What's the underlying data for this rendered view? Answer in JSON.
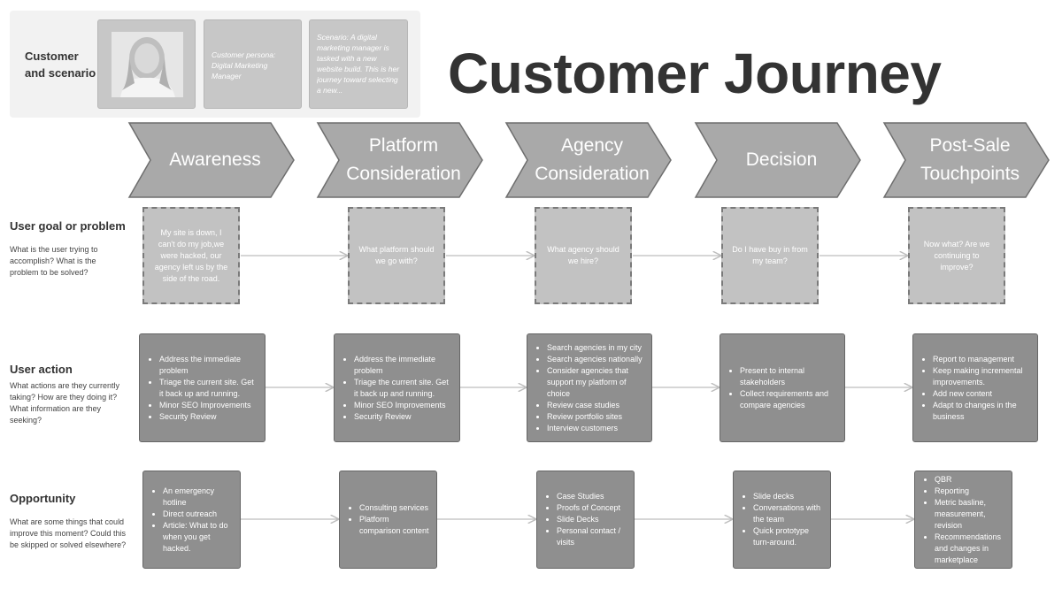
{
  "title": "Customer Journey",
  "persona_panel": {
    "label": "Customer\nand scenario",
    "persona_text": "Customer persona: Digital Marketing Manager",
    "scenario_text": "Scenario: A digital marketing manager is tasked with a new website build. This is her journey toward selecting a new..."
  },
  "stages": [
    {
      "label": "Awareness"
    },
    {
      "label": "Platform\nConsideration"
    },
    {
      "label": "Agency\nConsideration"
    },
    {
      "label": "Decision"
    },
    {
      "label": "Post-Sale\nTouchpoints"
    }
  ],
  "rows": {
    "goal": {
      "title": "User goal or problem",
      "description": "What is the user trying to accomplish? What is the problem to be solved?",
      "cells": [
        "My site is down, I can't do my job,we were hacked, our agency left us by the side of the road.",
        "What platform should we go with?",
        "What agency should we hire?",
        "Do I have buy in from my team?",
        "Now what? Are we continuing to improve?"
      ]
    },
    "action": {
      "title": "User action",
      "description": "What actions are they currently taking? How are they doing it? What information are they seeking?",
      "cells": [
        [
          "Address the immediate problem",
          "Triage the current site. Get it back up and running.",
          "Minor SEO Improvements",
          "Security Review"
        ],
        [
          "Address the immediate problem",
          "Triage the current site. Get it back up and running.",
          "Minor SEO Improvements",
          "Security Review"
        ],
        [
          "Search agencies in my city",
          "Search agencies nationally",
          "Consider agencies that support my platform of choice",
          "Review case studies",
          "Review portfolio sites",
          "Interview customers"
        ],
        [
          "Present to internal stakeholders",
          "Collect requirements and compare agencies"
        ],
        [
          "Report to management",
          "Keep making incremental improvements.",
          "Add new content",
          "Adapt to changes in the business"
        ]
      ]
    },
    "opportunity": {
      "title": "Opportunity",
      "description": "What are some things that could improve this moment? Could this be skipped or solved elsewhere?",
      "cells": [
        [
          "An emergency hotline",
          "Direct outreach",
          "Article: What to do when you get hacked."
        ],
        [
          "Consulting services",
          "Platform comparison content"
        ],
        [
          "Case Studies",
          "Proofs of Concept",
          "Slide Decks",
          "Personal contact / visits"
        ],
        [
          "Slide decks",
          "Conversations with the team",
          "Quick prototype turn-around."
        ],
        [
          "QBR",
          "Reporting",
          "Metric basline, measurement, revision",
          "Recommendations and changes in marketplace"
        ]
      ]
    }
  },
  "colors": {
    "chevron_fill": "#a9a9a9",
    "chevron_stroke": "#6e6e6e",
    "box_fill": "#8f8f8f",
    "goal_fill": "#c2c2c2",
    "connector": "#bdbdbd"
  }
}
